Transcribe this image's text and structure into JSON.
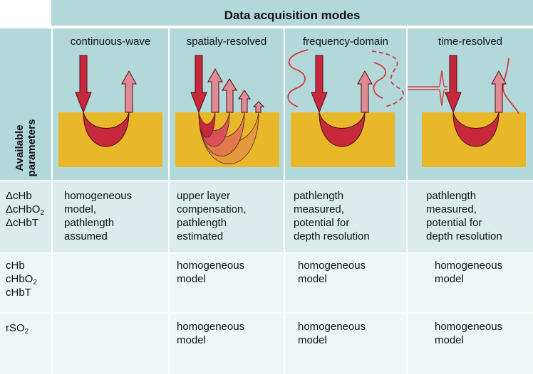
{
  "header": {
    "title": "Data acquisition modes"
  },
  "side": {
    "line1": "Available",
    "line2": "parameters"
  },
  "modes": [
    {
      "label": "continuous-wave"
    },
    {
      "label": "spatialy-resolved"
    },
    {
      "label": "frequency-domain"
    },
    {
      "label": "time-resolved"
    }
  ],
  "rows": [
    {
      "label_lines": [
        {
          "base": "ΔcHb",
          "sub": ""
        },
        {
          "base": "ΔcHbO",
          "sub": "2"
        },
        {
          "base": "ΔcHbT",
          "sub": ""
        }
      ],
      "cells": [
        [
          "homogeneous",
          "model,",
          "pathlength",
          "assumed"
        ],
        [
          "upper layer",
          "compensation,",
          "pathlength",
          "estimated"
        ],
        [
          "pathlength",
          "measured,",
          "potential for",
          "depth resolution"
        ],
        [
          "pathlength",
          "measured,",
          "potential for",
          "depth resolution"
        ]
      ]
    },
    {
      "label_lines": [
        {
          "base": "cHb",
          "sub": ""
        },
        {
          "base": "cHbO",
          "sub": "2"
        },
        {
          "base": "cHbT",
          "sub": ""
        }
      ],
      "cells": [
        [],
        [
          "homogeneous",
          "model"
        ],
        [
          "homogeneous",
          "model"
        ],
        [
          "homogeneous",
          "model"
        ]
      ]
    },
    {
      "label_lines": [
        {
          "base": "rSO",
          "sub": "2"
        }
      ],
      "cells": [
        [],
        [
          "homogeneous",
          "model"
        ],
        [
          "homogeneous",
          "model"
        ],
        [
          "homogeneous",
          "model"
        ]
      ]
    }
  ],
  "colors": {
    "header_bg": "#b3d8d9",
    "row_bg_1": "#dcecec",
    "row_bg_2": "#eef6f6",
    "tissue": "#e8b82a",
    "arrow_in": "#c8283c",
    "arrow_out": "#e08a94",
    "wave": "#d23c3c"
  },
  "icons": [
    "incident-light-arrow-icon",
    "detected-light-arrow-icon",
    "tissue-block-icon",
    "banana-path-icon",
    "modulated-wave-icon",
    "light-pulse-icon"
  ]
}
